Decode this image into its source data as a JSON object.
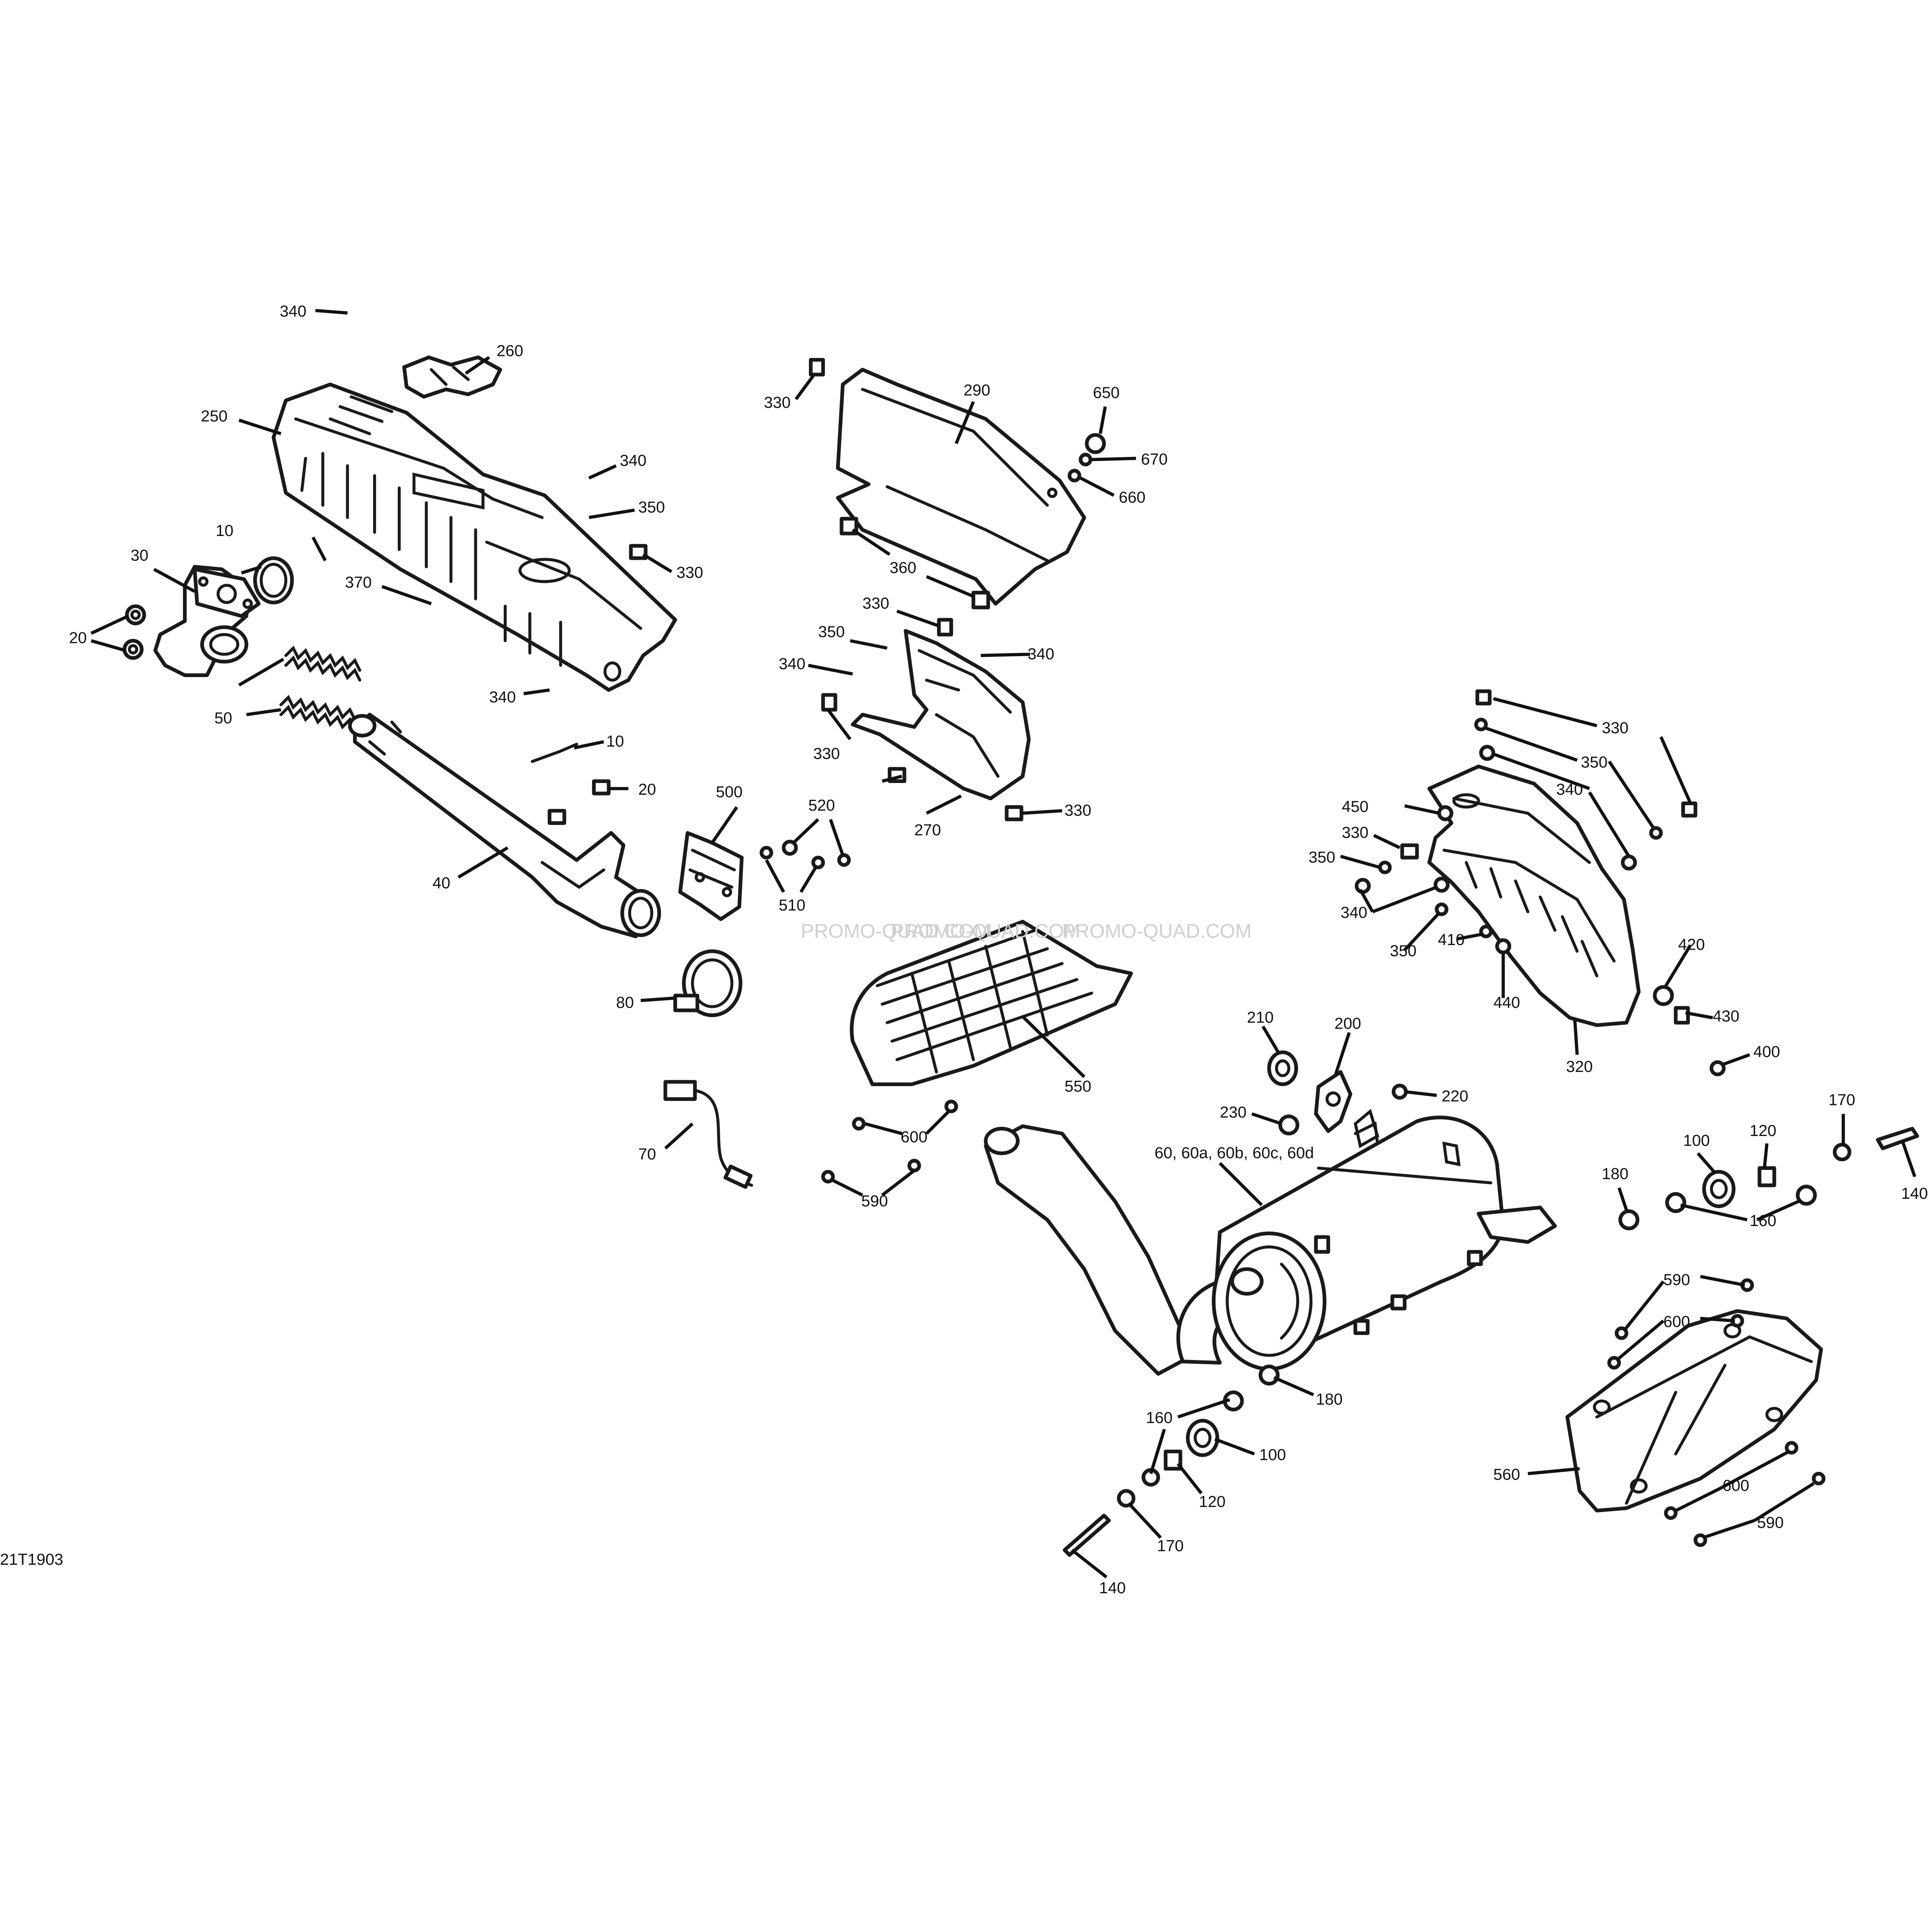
{
  "diagram": {
    "code": "21T1903",
    "watermark": "PROMO-QUAD.COM",
    "accent": "#1a1a1a",
    "callouts": {
      "c340a": "340",
      "c260": "260",
      "c250": "250",
      "c340b": "340",
      "c350a": "350",
      "c330a": "330",
      "c370": "370",
      "c10a": "10",
      "c30": "30",
      "c20a": "20",
      "c50": "50",
      "c340c": "340",
      "c10b": "10",
      "c20b": "20",
      "c40": "40",
      "c80": "80",
      "c70": "70",
      "c330b": "330",
      "c290": "290",
      "c650": "650",
      "c670": "670",
      "c660": "660",
      "c360": "360",
      "c330c": "330",
      "c350b": "350",
      "c340d": "340",
      "c340e": "340",
      "c330d": "330",
      "c270": "270",
      "c330e": "330",
      "c500": "500",
      "c520": "520",
      "c510": "510",
      "c550": "550",
      "c600a": "600",
      "c590a": "590",
      "c330f": "330",
      "c350c": "350",
      "c340f": "340",
      "c450": "450",
      "c330g": "330",
      "c350d": "350",
      "c340g": "340",
      "c350e": "350",
      "c410": "410",
      "c440": "440",
      "c420": "420",
      "c430": "430",
      "c400": "400",
      "c320": "320",
      "c210": "210",
      "c200": "200",
      "c230": "230",
      "c220": "220",
      "c60": "60, 60a, 60b, 60c, 60d",
      "c170a": "170",
      "c120a": "120",
      "c100a": "100",
      "c180a": "180",
      "c140a": "140",
      "c160a": "160",
      "c590b": "590",
      "c600b": "600",
      "c180b": "180",
      "c160b": "160",
      "c100b": "100",
      "c120b": "120",
      "c170b": "170",
      "c140b": "140",
      "c560": "560",
      "c600c": "600",
      "c590c": "590"
    }
  }
}
